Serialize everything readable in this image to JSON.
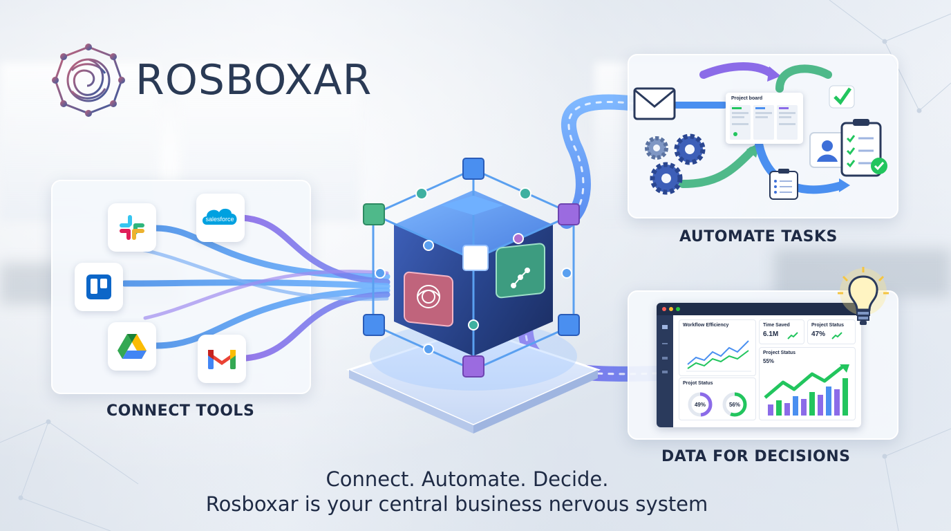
{
  "brand": {
    "name": "ROSBOXAR",
    "logo_icon": "rosette-network-logo-icon"
  },
  "panels": {
    "connect": {
      "title": "CONNECT TOOLS",
      "tools": [
        {
          "name": "slack",
          "icon": "slack-icon"
        },
        {
          "name": "salesforce",
          "icon": "salesforce-icon",
          "label": "salesforce"
        },
        {
          "name": "trello",
          "icon": "trello-icon"
        },
        {
          "name": "google-drive",
          "icon": "google-drive-icon"
        },
        {
          "name": "gmail",
          "icon": "gmail-icon"
        }
      ]
    },
    "automate": {
      "title": "AUTOMATE TASKS",
      "board_label": "Project board"
    },
    "data": {
      "title": "DATA FOR DECISIONS",
      "dashboard": {
        "workflow_efficiency": "Workflow Efficiency",
        "time_saved_label": "Time Saved",
        "time_saved_value": "6.1M",
        "project_status_label": "Project Status",
        "project_status_value": "47%",
        "project_status2_label": "Project Status",
        "project_status2_value": "55%",
        "projot_label": "Projot Status",
        "donut1": "49%",
        "donut2": "56%"
      }
    }
  },
  "tagline": {
    "line1": "Connect. Automate. Decide.",
    "line2": "Rosboxar is your central business nervous system"
  },
  "colors": {
    "navy": "#1e2a44",
    "blue": "#3b82f6",
    "purple": "#8b5cf6",
    "green": "#22c55e",
    "accent_rose": "#c0647c"
  }
}
